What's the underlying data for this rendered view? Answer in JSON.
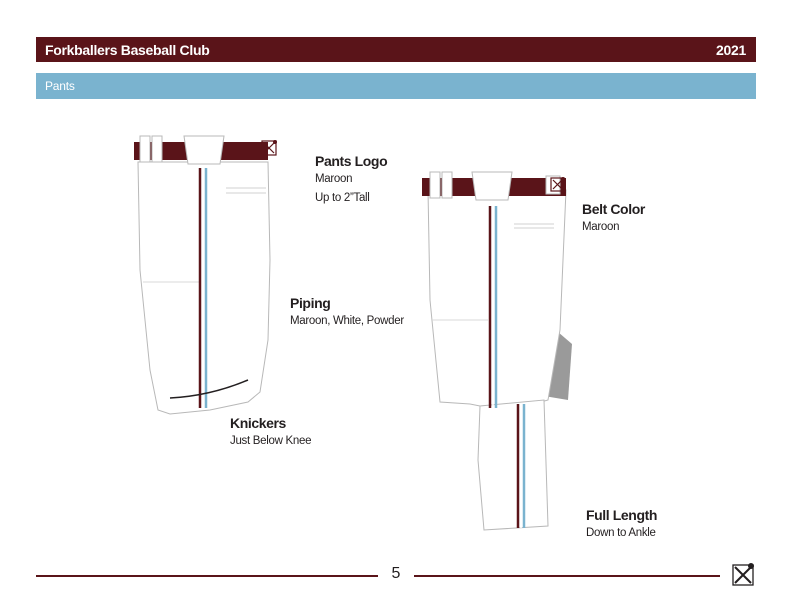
{
  "header": {
    "club_name": "Forkballers Baseball Club",
    "year": "2021"
  },
  "section": {
    "title": "Pants"
  },
  "labels": {
    "pants_logo": {
      "title": "Pants Logo",
      "lines": [
        "Maroon",
        "Up to 2”Tall"
      ]
    },
    "piping": {
      "title": "Piping",
      "lines": [
        "Maroon, White, Powder"
      ]
    },
    "knickers": {
      "title": "Knickers",
      "lines": [
        "Just Below Knee"
      ]
    },
    "belt_color": {
      "title": "Belt Color",
      "lines": [
        "Maroon"
      ]
    },
    "full_length": {
      "title": "Full Length",
      "lines": [
        "Down to Ankle"
      ]
    }
  },
  "footer": {
    "page_number": "5"
  },
  "colors": {
    "maroon": "#5a1419",
    "powder": "#7ab3cf",
    "white": "#ffffff"
  },
  "icons": [
    "crossed-bats-icon"
  ]
}
